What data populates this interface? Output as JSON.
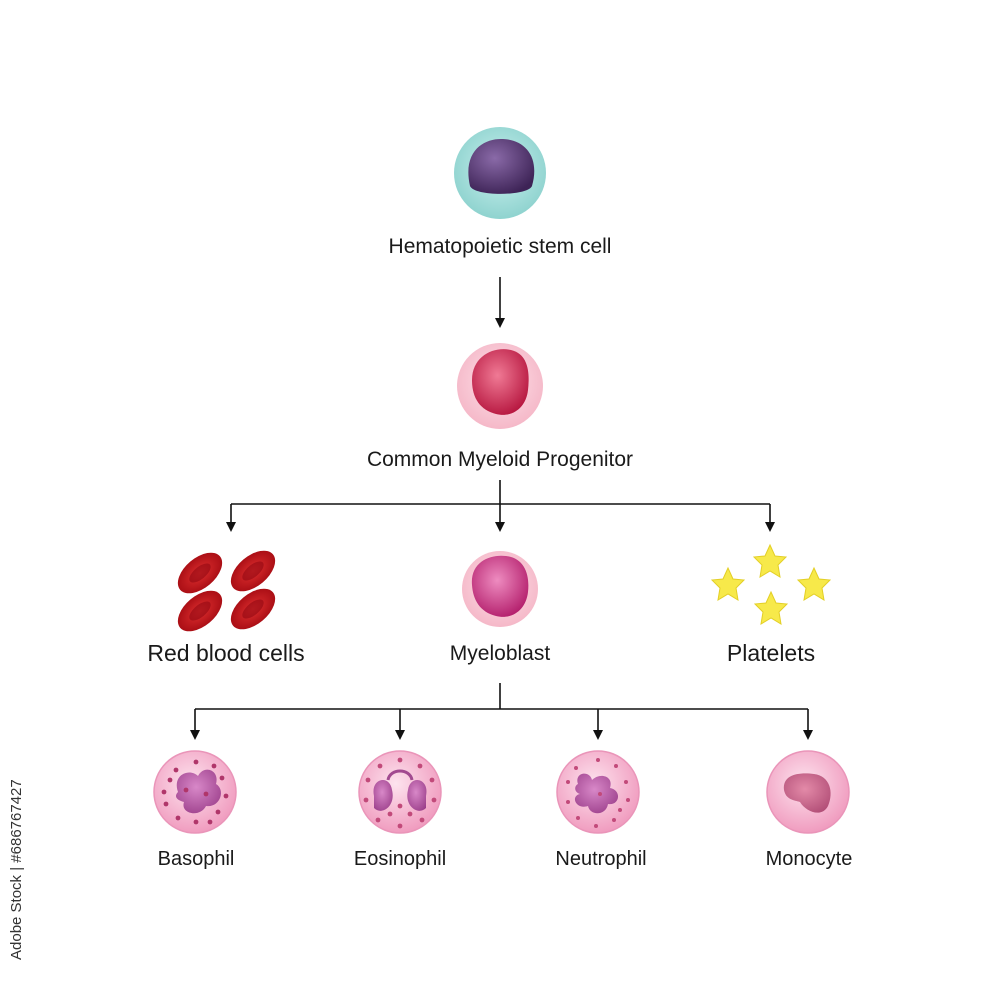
{
  "nodes": {
    "stem_cell": "Hematopoietic stem cell",
    "cmp": "Common Myeloid Progenitor",
    "rbc": "Red blood cells",
    "myeloblast": "Myeloblast",
    "platelets": "Platelets",
    "basophil": "Basophil",
    "eosinophil": "Eosinophil",
    "neutrophil": "Neutrophil",
    "monocyte": "Monocyte"
  },
  "watermark": "Adobe Stock | #686767427",
  "colors": {
    "arrow": "#111111",
    "stem_outer": "#9ed9d6",
    "stem_nucleus": "#5a3a78",
    "rbc": "#c8101c",
    "cell_pink": "#f6b8cf",
    "platelet": "#f6e640"
  }
}
